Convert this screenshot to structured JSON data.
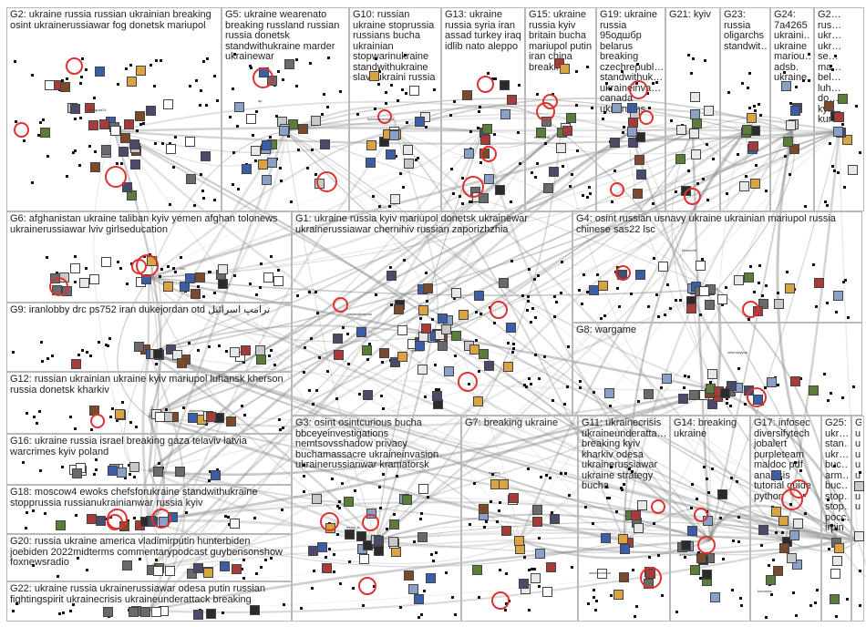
{
  "graph": {
    "groups": [
      {
        "id": "G2",
        "label": "G2: ukraine russia russian ukrainian breaking osint ukrainerussiawar fog donetsk mariupol"
      },
      {
        "id": "G5",
        "label": "G5: ukraine wearenato breaking russland russian russia donetsk standwithukraine marder ukrainewar"
      },
      {
        "id": "G10",
        "label": "G10: russian ukraine stoprussia russians bucha ukrainian stopwarinukraine standwithukraine slavaukraini russia"
      },
      {
        "id": "G13",
        "label": "G13: ukraine russia syria iran assad turkey iraq idlib nato aleppo"
      },
      {
        "id": "G15",
        "label": "G15: ukraine russia kyiv britain bucha mariupol putin iran china breaking"
      },
      {
        "id": "G19",
        "label": "G19: ukraine russia 95одшбр belarus breaking czechrepubl… standwithuk… ukraineinva… canada ukrainians"
      },
      {
        "id": "G21",
        "label": "G21: kyiv"
      },
      {
        "id": "G23",
        "label": "G23: russia oligarchs standwit…"
      },
      {
        "id": "G24",
        "label": "G24: 7a4265 ukraini… ukraine mariou… adsb. ukraine"
      },
      {
        "id": "G2x",
        "label": "G2… rus… ukr… ukr… se… ma… bel… luh… do… kyi… kur…"
      },
      {
        "id": "G6",
        "label": "G6: afghanistan ukraine taliban kyiv yemen afghan tolonews ukrainerussiawar lviv girlseducation"
      },
      {
        "id": "G1",
        "label": "G1: ukraine russia kyiv mariupol donetsk ukrainewar ukrainerussiawar chernihiv russian zaporizhzhia"
      },
      {
        "id": "G4",
        "label": "G4: osint russian usnavy ukraine ukrainian mariupol russia chinese sas22 lsc"
      },
      {
        "id": "G9",
        "label": "G9: iranlobby drc ps752 iran dukejordan otd ترامپ اسرائيل"
      },
      {
        "id": "G8",
        "label": "G8: wargame"
      },
      {
        "id": "G12",
        "label": "G12: russian ukrainian ukraine kyiv mariupol luhansk kherson russia donetsk kharkiv"
      },
      {
        "id": "G3",
        "label": "G3: osint osintcurious bucha bbceyeinvestigations nemtsovsshadow privacy buchamassacre ukraineinvasion ukrainerussianwar kramatorsk"
      },
      {
        "id": "G7",
        "label": "G7: breaking ukraine"
      },
      {
        "id": "G11",
        "label": "G11: ukrainecrisis ukraineunderatta… breaking kyiv kharkiv odesa ukrainerussiawar ukraine strategy bucha"
      },
      {
        "id": "G14",
        "label": "G14: breaking ukraine"
      },
      {
        "id": "G17",
        "label": "G17: infosec diversifytech jobalert purpleteam maldoc pdf analysis tutorial guide python"
      },
      {
        "id": "G25",
        "label": "G25: ukr… stan… ukr… buc… arm… buc… stop… stop… росс… irpin"
      },
      {
        "id": "G2y",
        "label": "G… u… u… u… u… u… u… u… u…"
      },
      {
        "id": "G16",
        "label": "G16: ukraine russia israel breaking gaza telaviv latvia warcrimes kyiv poland"
      },
      {
        "id": "G18",
        "label": "G18: moscow4 ewoks chefsforukraine standwithukraine stopprussia russianukrainianwar russia kyiv"
      },
      {
        "id": "G20",
        "label": "G20: russia ukraine america vladimirputin hunterbiden joebiden 2022midterms commentarypodcast guybensonshow foxnewsradio"
      },
      {
        "id": "G22",
        "label": "G22: ukraine russia ukrainerussiawar odesa putin russian fightingspirit ukrainecrisis ukraineunderattack breaking"
      }
    ],
    "node_labels": [
      "washingtonpost",
      "nytimes",
      "bbcworld",
      "reuters",
      "nexta_tv",
      "visegrad24",
      "ap",
      "kyivindependent",
      "bellingcat",
      "osinttechnical",
      "aljazeera",
      "cnn",
      "zelenskyyua",
      "defensemin",
      "tolonews"
    ],
    "colors": {
      "border": "#b9b9b9",
      "edge": "#8a8a8a",
      "ring": "#e03030",
      "text": "#222222"
    }
  }
}
